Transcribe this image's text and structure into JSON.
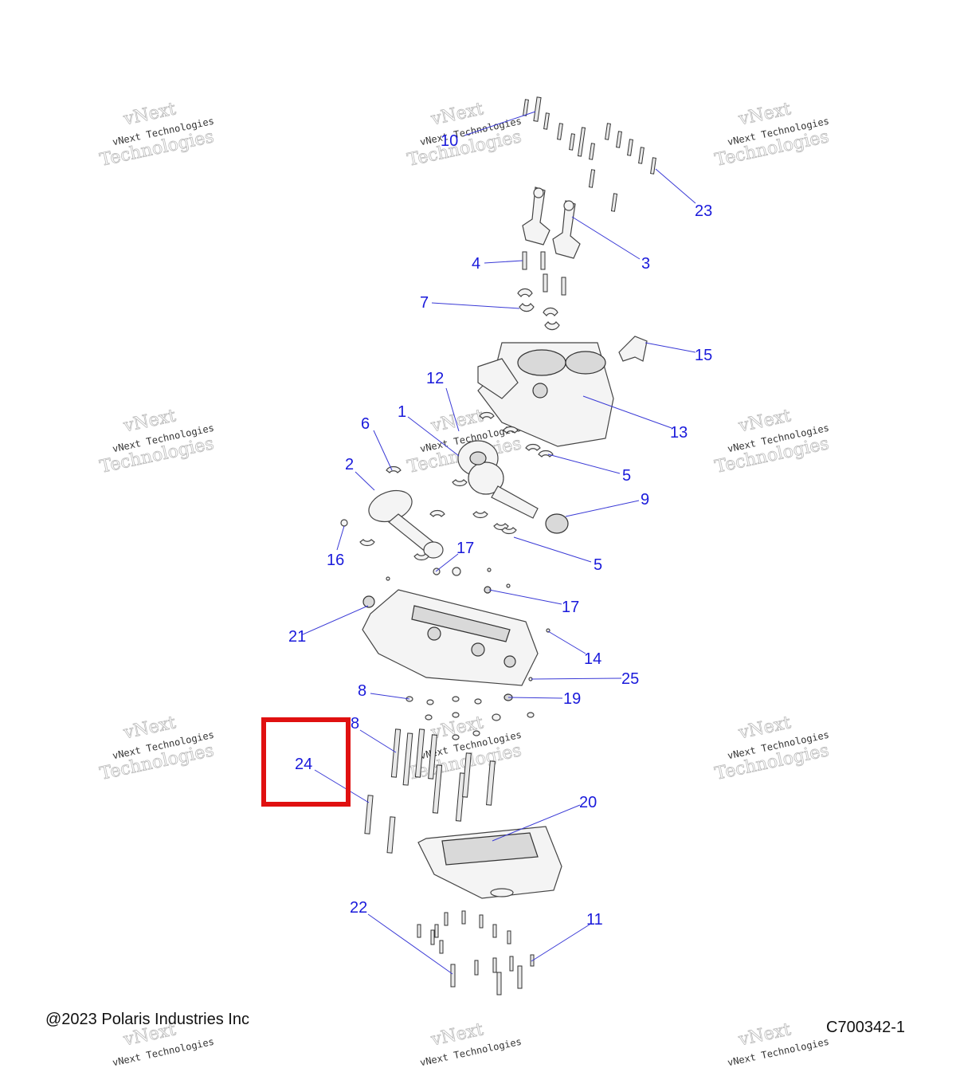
{
  "diagram": {
    "copyright": "@2023 Polaris Industries Inc",
    "figure_id": "C700342-1",
    "watermark": {
      "line1": "vNext",
      "line2": "vNext Technologies",
      "line3": "Technologies"
    },
    "highlight_color": "#e01010",
    "callout_color": "#1a1adb",
    "highlighted_callout": "24",
    "callouts": [
      "10",
      "23",
      "3",
      "4",
      "7",
      "15",
      "12",
      "13",
      "1",
      "6",
      "5",
      "2",
      "9",
      "16",
      "17",
      "5",
      "17",
      "21",
      "14",
      "25",
      "8",
      "19",
      "8",
      "24",
      "20",
      "22",
      "11"
    ]
  }
}
